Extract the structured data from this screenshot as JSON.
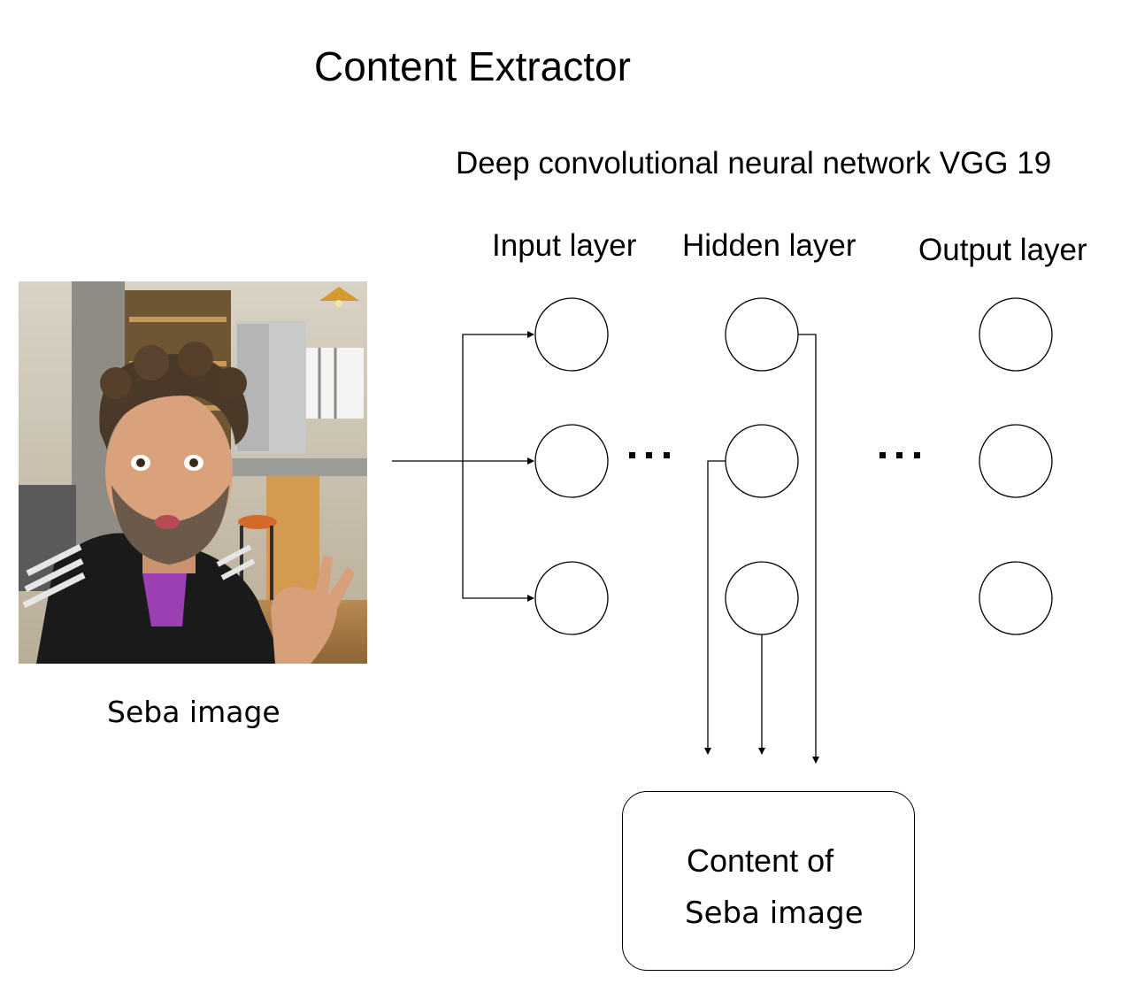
{
  "title": "Content Extractor",
  "network": {
    "name": "Deep convolutional neural network VGG 19",
    "layers": {
      "input": "Input layer",
      "hidden": "Hidden layer",
      "output": "Output layer"
    },
    "ellipsis": "..."
  },
  "input_image": {
    "caption": "Seba image"
  },
  "output": {
    "line1": "Content of",
    "line2": "Seba image"
  }
}
